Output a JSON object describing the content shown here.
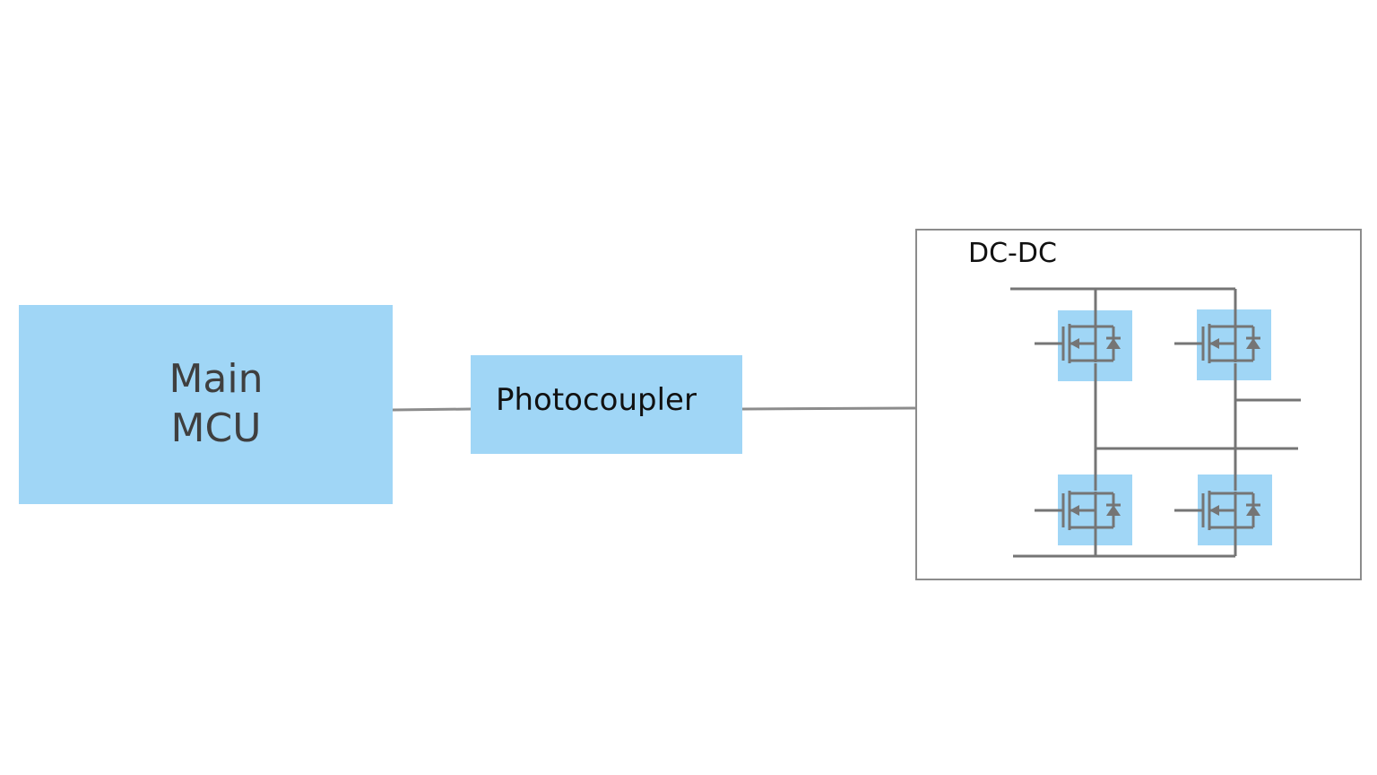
{
  "blocks": {
    "mcu": {
      "line1": "Main",
      "line2": "MCU"
    },
    "photocoupler": {
      "label": "Photocoupler"
    },
    "converter": {
      "label": "DC-DC"
    }
  },
  "colors": {
    "block_fill": "#a0d6f6",
    "wire": "#757575",
    "frame": "#8c8c8c",
    "mcu_text": "#3f3f3f"
  },
  "transistors": [
    {
      "name": "mosfet-top-left",
      "type": "mosfet"
    },
    {
      "name": "mosfet-top-right",
      "type": "mosfet"
    },
    {
      "name": "mosfet-bottom-left",
      "type": "mosfet"
    },
    {
      "name": "mosfet-bottom-right",
      "type": "mosfet"
    }
  ]
}
